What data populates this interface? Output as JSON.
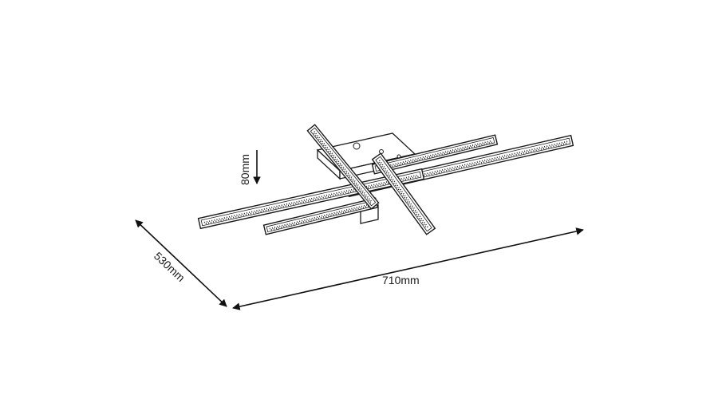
{
  "dimensions": {
    "height": "80mm",
    "width": "710mm",
    "depth": "530mm"
  },
  "colors": {
    "line": "#111111",
    "background": "#ffffff"
  }
}
